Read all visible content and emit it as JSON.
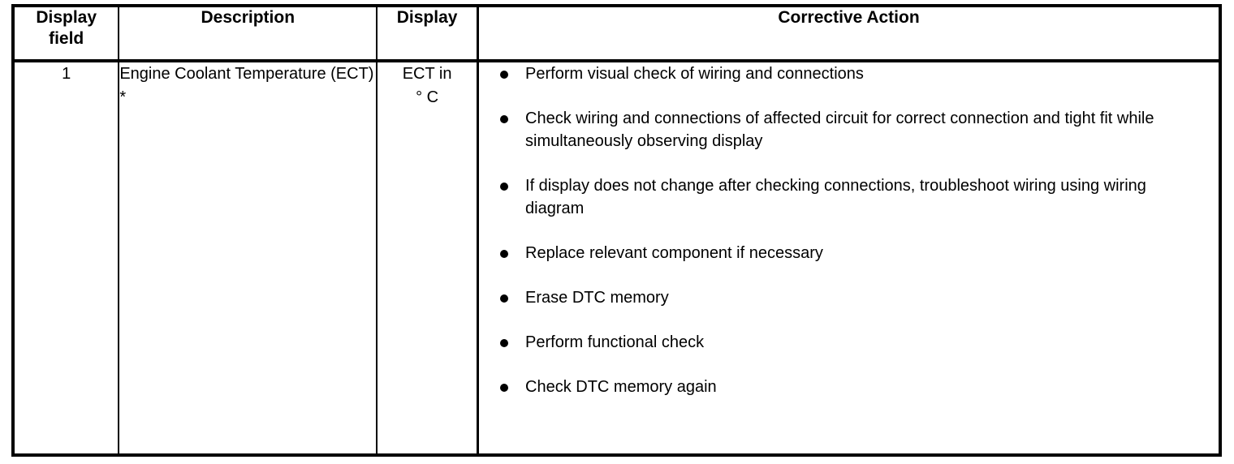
{
  "table": {
    "headers": [
      {
        "id": "display-field",
        "label": "Display\nfield"
      },
      {
        "id": "description",
        "label": "Description"
      },
      {
        "id": "display",
        "label": "Display"
      },
      {
        "id": "corrective-action",
        "label": "Corrective Action"
      }
    ],
    "rows": [
      {
        "display_field": "1",
        "description": "Engine Coolant Temperature (ECT) *",
        "display": "ECT in\n° C",
        "display_line1": "ECT in",
        "display_line2": "° C",
        "corrective_actions": [
          "Perform visual check of wiring and connections",
          "Check wiring and connections of affected circuit for correct connection and tight fit while simultaneously observing display",
          "If display does not change after checking connections, troubleshoot wiring using wiring diagram",
          "Replace relevant component if necessary",
          "Erase DTC memory",
          "Perform functional check",
          "Check DTC memory again"
        ]
      }
    ]
  },
  "colors": {
    "border": "#000000",
    "text": "#000000",
    "background": "#ffffff"
  }
}
